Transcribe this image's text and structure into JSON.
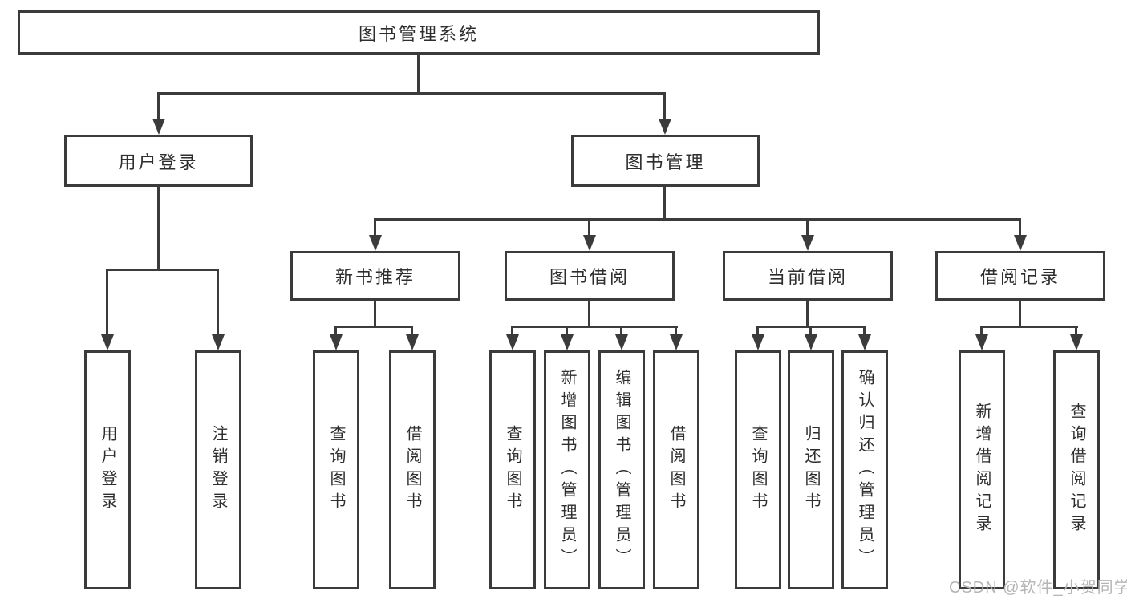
{
  "diagram": {
    "root": {
      "label": "图书管理系统"
    },
    "level2": [
      {
        "label": "用户登录"
      },
      {
        "label": "图书管理"
      }
    ],
    "level3": [
      {
        "label": "新书推荐"
      },
      {
        "label": "图书借阅"
      },
      {
        "label": "当前借阅"
      },
      {
        "label": "借阅记录"
      }
    ],
    "leaves": [
      {
        "label": "用户登录"
      },
      {
        "label": "注销登录"
      },
      {
        "label": "查询图书"
      },
      {
        "label": "借阅图书"
      },
      {
        "label": "查询图书"
      },
      {
        "label": "新增图书（管理员）"
      },
      {
        "label": "编辑图书（管理员）"
      },
      {
        "label": "借阅图书"
      },
      {
        "label": "查询图书"
      },
      {
        "label": "归还图书"
      },
      {
        "label": "确认归还（管理员）"
      },
      {
        "label": "新增借阅记录"
      },
      {
        "label": "查询借阅记录"
      }
    ]
  },
  "watermark": {
    "text": "CSDN @软件_小贺同学"
  },
  "colors": {
    "line": "#3b3b3b",
    "text": "#2e2e2e",
    "watermark": "#b5b5b5",
    "background": "#ffffff"
  }
}
